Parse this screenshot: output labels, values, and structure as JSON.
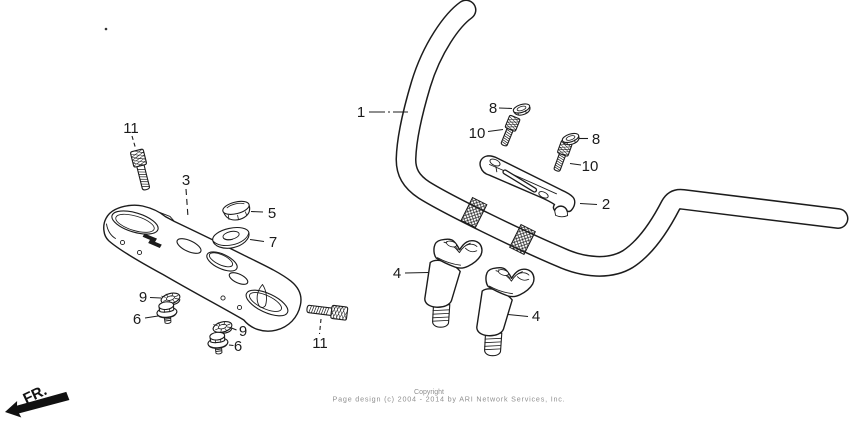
{
  "figure": {
    "background": "#ffffff",
    "line_color": "#1c1c1c",
    "copyright_color": "#8f8f8f"
  },
  "callouts": [
    {
      "id": "callout-1",
      "label": "1"
    },
    {
      "id": "callout-2",
      "label": "2"
    },
    {
      "id": "callout-3",
      "label": "3"
    },
    {
      "id": "callout-4a",
      "label": "4"
    },
    {
      "id": "callout-4b",
      "label": "4"
    },
    {
      "id": "callout-5",
      "label": "5"
    },
    {
      "id": "callout-6a",
      "label": "6"
    },
    {
      "id": "callout-6b",
      "label": "6"
    },
    {
      "id": "callout-7",
      "label": "7"
    },
    {
      "id": "callout-8a",
      "label": "8"
    },
    {
      "id": "callout-8b",
      "label": "8"
    },
    {
      "id": "callout-9a",
      "label": "9"
    },
    {
      "id": "callout-9b",
      "label": "9"
    },
    {
      "id": "callout-10a",
      "label": "10"
    },
    {
      "id": "callout-10b",
      "label": "10"
    },
    {
      "id": "callout-11a",
      "label": "11"
    },
    {
      "id": "callout-11b",
      "label": "11"
    }
  ],
  "fr_label": "FR.",
  "copyright": {
    "line1": "Copyright",
    "line2": "Page design (c) 2004 - 2014 by ARI Network Services, Inc."
  }
}
